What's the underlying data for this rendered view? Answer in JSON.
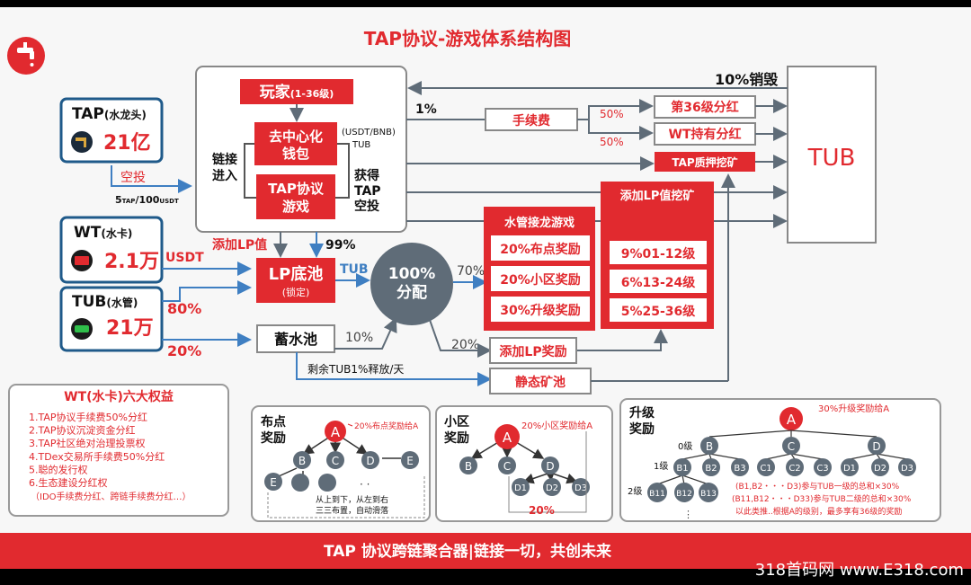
{
  "title": "TAP协议-游戏体系结构图",
  "logo_icon": "faucet-icon",
  "colors": {
    "red": "#e12a2f",
    "dark_red": "#c8161d",
    "blue": "#3f7fc2",
    "gray": "#5f6c78",
    "frame": "#888888"
  },
  "left": {
    "tap": {
      "name": "TAP",
      "sub": "(水龙头)",
      "value": "21亿",
      "icon": "faucet-icon"
    },
    "wt": {
      "name": "WT",
      "sub": "(水卡)",
      "value": "2.1万",
      "icon": "card-icon"
    },
    "tub": {
      "name": "TUB",
      "sub": "(水管)",
      "value": "21万",
      "icon": "pipe-icon"
    },
    "kongtou": "空投",
    "price_5": "5",
    "price_tap": "TAP",
    "price_100": "/100",
    "price_usdt": "USDT",
    "usdt": "USDT",
    "pct80": "80%",
    "pct20": "20%"
  },
  "center": {
    "player": "玩家",
    "player_level": "(1-36级)",
    "wallet_line1": "去中心化",
    "wallet_line2": "钱包",
    "tap_game_line1": "TAP协议",
    "tap_game_line2": "游戏",
    "link_enter_1": "链接",
    "link_enter_2": "进入",
    "usdt_bnb": "(USDT/BNB)",
    "tub_small": "TUB",
    "get_airdrop_1": "获得",
    "get_airdrop_2": "TAP",
    "get_airdrop_3": "空投",
    "add_lp_value": "添加LP值",
    "pct99": "99%",
    "lp_pool": "LP底池",
    "lp_locked": "(锁定)",
    "tub_label": "TUB",
    "reservoir": "蓄水池",
    "pct10": "10%",
    "release": "剩余TUB1%释放/天",
    "alloc_pct": "100%",
    "alloc_label": "分配",
    "pct70": "70%",
    "pct20b": "20%"
  },
  "right": {
    "burn": "10%销毁",
    "pct1": "1%",
    "fee": "手续费",
    "pct50a": "50%",
    "pct50b": "50%",
    "lvl36_div": "第36级分红",
    "wt_div": "WT持有分红",
    "tap_stake": "TAP质押挖矿",
    "tub": "TUB",
    "water_game": "水管接龙游戏",
    "game_items": [
      "20%布点奖励",
      "20%小区奖励",
      "30%升级奖励"
    ],
    "lp_mining": "添加LP值挖矿",
    "lp_items": [
      "9%01-12级",
      "6%13-24级",
      "5%25-36级"
    ],
    "add_lp_reward": "添加LP奖励",
    "static_pool": "静态矿池"
  },
  "rights": {
    "title": "WT(水卡)六大权益",
    "items": [
      "1.TAP协议手续费50%分红",
      "2.TAP协议沉淀资金分红",
      "3.TAP社区绝对治理投票权",
      "4.TDex交易所手续费50%分红",
      "5.聪的发行权",
      "6.生态建设分红权"
    ],
    "note": "（IDO手续费分红、跨链手续费分红…）"
  },
  "budian": {
    "title1": "布点",
    "title2": "奖励",
    "note": "20%布点奖励给A",
    "root": "A",
    "l1": [
      "B",
      "C",
      "D"
    ],
    "e_right": "E",
    "e_left": "E",
    "dots": "· ·",
    "caption1": "从上到下，从左到右",
    "caption2": "三三布置，自动滑落"
  },
  "xiaoqu": {
    "title1": "小区",
    "title2": "奖励",
    "note": "20%小区奖励给A",
    "root": "A",
    "l1": [
      "B",
      "C",
      "D"
    ],
    "l2": [
      "D1",
      "D2",
      "D3"
    ],
    "pct": "20%"
  },
  "shengji": {
    "title1": "升级",
    "title2": "奖励",
    "note": "30%升级奖励给A",
    "root": "A",
    "lvl0": "0级",
    "lvl1": "1级",
    "lvl2": "2级",
    "l1": [
      "B",
      "C",
      "D"
    ],
    "l2": [
      "B1",
      "B2",
      "B3",
      "C1",
      "C2",
      "C3",
      "D1",
      "D2",
      "D3"
    ],
    "l3": [
      "B11",
      "B12",
      "B13"
    ],
    "line1": "(B1,B2・・・D3)参与TUB一级的总和×30%",
    "line2": "(B11,B12・・・D33)参与TUB二级的总和×30%",
    "line3": "以此类推..根据A的级别，最多享有36级的奖励",
    "vdots": "⋮"
  },
  "footer": "TAP 协议跨链聚合器|链接一切，共创未来",
  "watermark": "318首码网 www.E318.com"
}
